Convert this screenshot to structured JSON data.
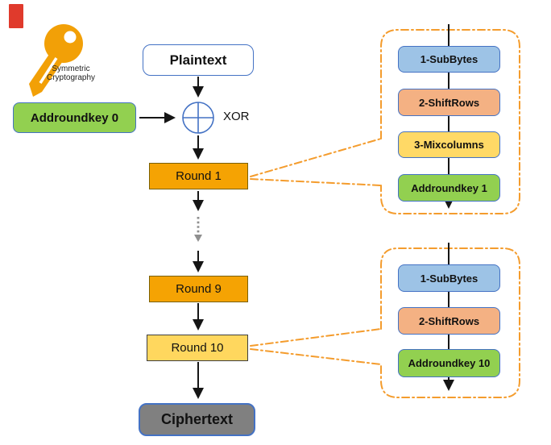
{
  "brand": {
    "line1": "Symmetric",
    "line2": "Cryptography"
  },
  "flow": {
    "plaintext": "Plaintext",
    "addroundkey0": "Addroundkey 0",
    "xor_label": "XOR",
    "round1": "Round 1",
    "round9": "Round 9",
    "round10": "Round 10",
    "ciphertext": "Ciphertext"
  },
  "panels": [
    {
      "name": "round1-detail",
      "steps": [
        "1-SubBytes",
        "2-ShiftRows",
        "3-Mixcolumns",
        "Addroundkey 1"
      ]
    },
    {
      "name": "round10-detail",
      "steps": [
        "1-SubBytes",
        "2-ShiftRows",
        "Addroundkey 10"
      ]
    }
  ],
  "colors": {
    "blue_border": "#4472C4",
    "green_box": "#92D050",
    "orange_round": "#F5A303",
    "orange_round_border": "#7A6000",
    "yellow_round10": "#FFD75E",
    "yellow_step": "#FFD966",
    "light_blue_step": "#9DC3E6",
    "salmon_step": "#F4B183",
    "gray_ciphertext": "#808080",
    "dash_panel_orange": "#F49C2D",
    "key_orange": "#F2A007",
    "red_accent": "#E03A2C",
    "arrow_black": "#151515",
    "dotted_gray": "#8F8F8F"
  }
}
